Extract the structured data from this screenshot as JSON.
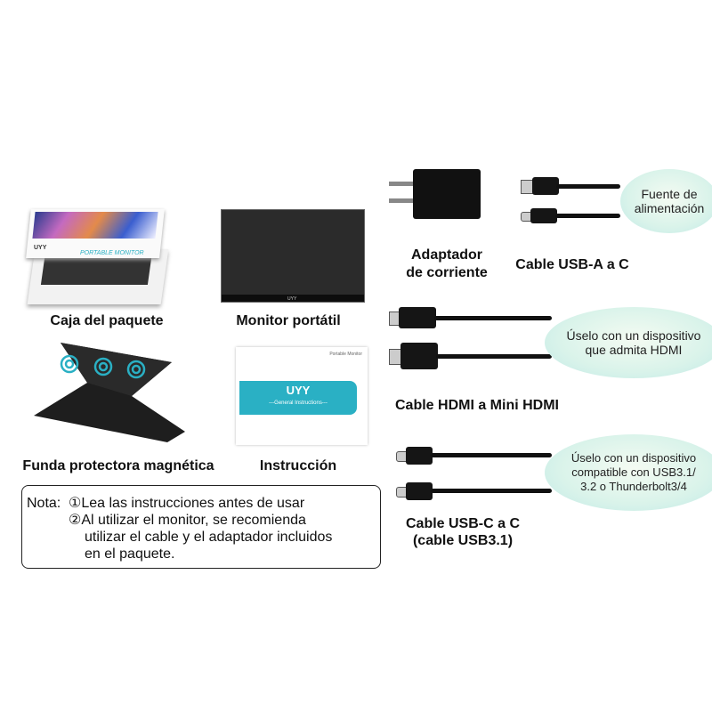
{
  "items": {
    "box": "Caja del paquete",
    "monitor": "Monitor portátil",
    "case": "Funda protectora magnética",
    "manual": "Instrucción",
    "adapter": "Adaptador\nde corriente",
    "usba_c": "Cable USB-A a C",
    "hdmi": "Cable HDMI a Mini HDMI",
    "usbc_c_line1": "Cable USB-C a C",
    "usbc_c_line2": "(cable USB3.1)"
  },
  "bubbles": {
    "power_line1": "Fuente de",
    "power_line2": "alimentación",
    "hdmi_line1": "Úselo con un dispositivo",
    "hdmi_line2": "que admita HDMI",
    "usbc_line1": "Úselo con un dispositivo",
    "usbc_line2": "compatible con USB3.1/",
    "usbc_line3": "3.2 o Thunderbolt3/4"
  },
  "product_text": {
    "brand": "UYY",
    "box_print": "PORTABLE MONITOR",
    "manual_header": "Portable Monitor",
    "manual_subtitle": "---General Instructions---"
  },
  "note": {
    "label": "Nota:",
    "item1": "①Lea las instrucciones antes de usar",
    "item2_l1": "②Al utilizar el monitor, se recomienda",
    "item2_l2": "utilizar el cable y el adaptador incluidos",
    "item2_l3": "en el paquete."
  },
  "colors": {
    "accent": "#2ab0c4",
    "bubble": "#d9f3ea"
  }
}
